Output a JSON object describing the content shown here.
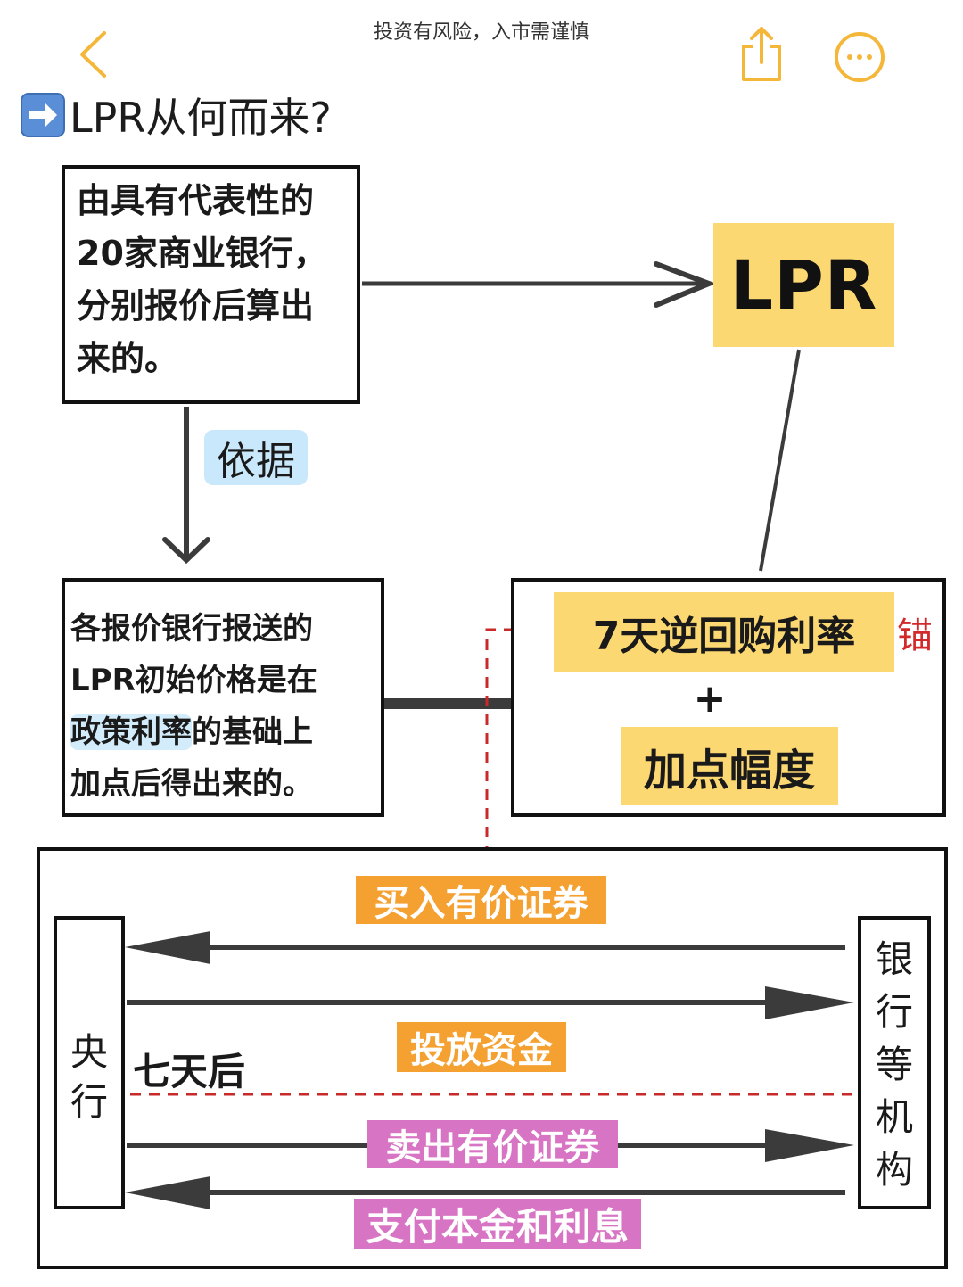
{
  "header": {
    "notice": "投资有风险，入市需谨慎",
    "back_icon": "chevron-left-icon",
    "share_icon": "share-icon",
    "more_icon": "more-icon",
    "accent_color": "#f5b73a"
  },
  "title": "LPR从何而来?",
  "diagram": {
    "quote_box": "由具有代表性的20家商业银行，分别报价后算出来的。",
    "lpr_label": "LPR",
    "basis_label": "依据",
    "initial_box": {
      "line1": "各报价银行报送的",
      "line2": "LPR初始价格是在",
      "line3_highlight": "政策利率",
      "line3_rest": "的基础上",
      "line4": "加点后得出来的。"
    },
    "repo_rate": "7天逆回购利率",
    "plus": "+",
    "markup": "加点幅度",
    "anchor": "锚",
    "flow": {
      "buy_securities": "买入有价证券",
      "release_funds": "投放资金",
      "seven_days_later": "七天后",
      "sell_securities": "卖出有价证券",
      "pay_principal_interest": "支付本金和利息",
      "central_bank": "央行",
      "banks": "银行等机构"
    },
    "colors": {
      "yellow_highlight": "#fbd872",
      "blue_highlight": "#c9e8fb",
      "orange_tag": "#f5a132",
      "pink_tag": "#d874c4",
      "dashed_red": "#c82a2a"
    }
  }
}
